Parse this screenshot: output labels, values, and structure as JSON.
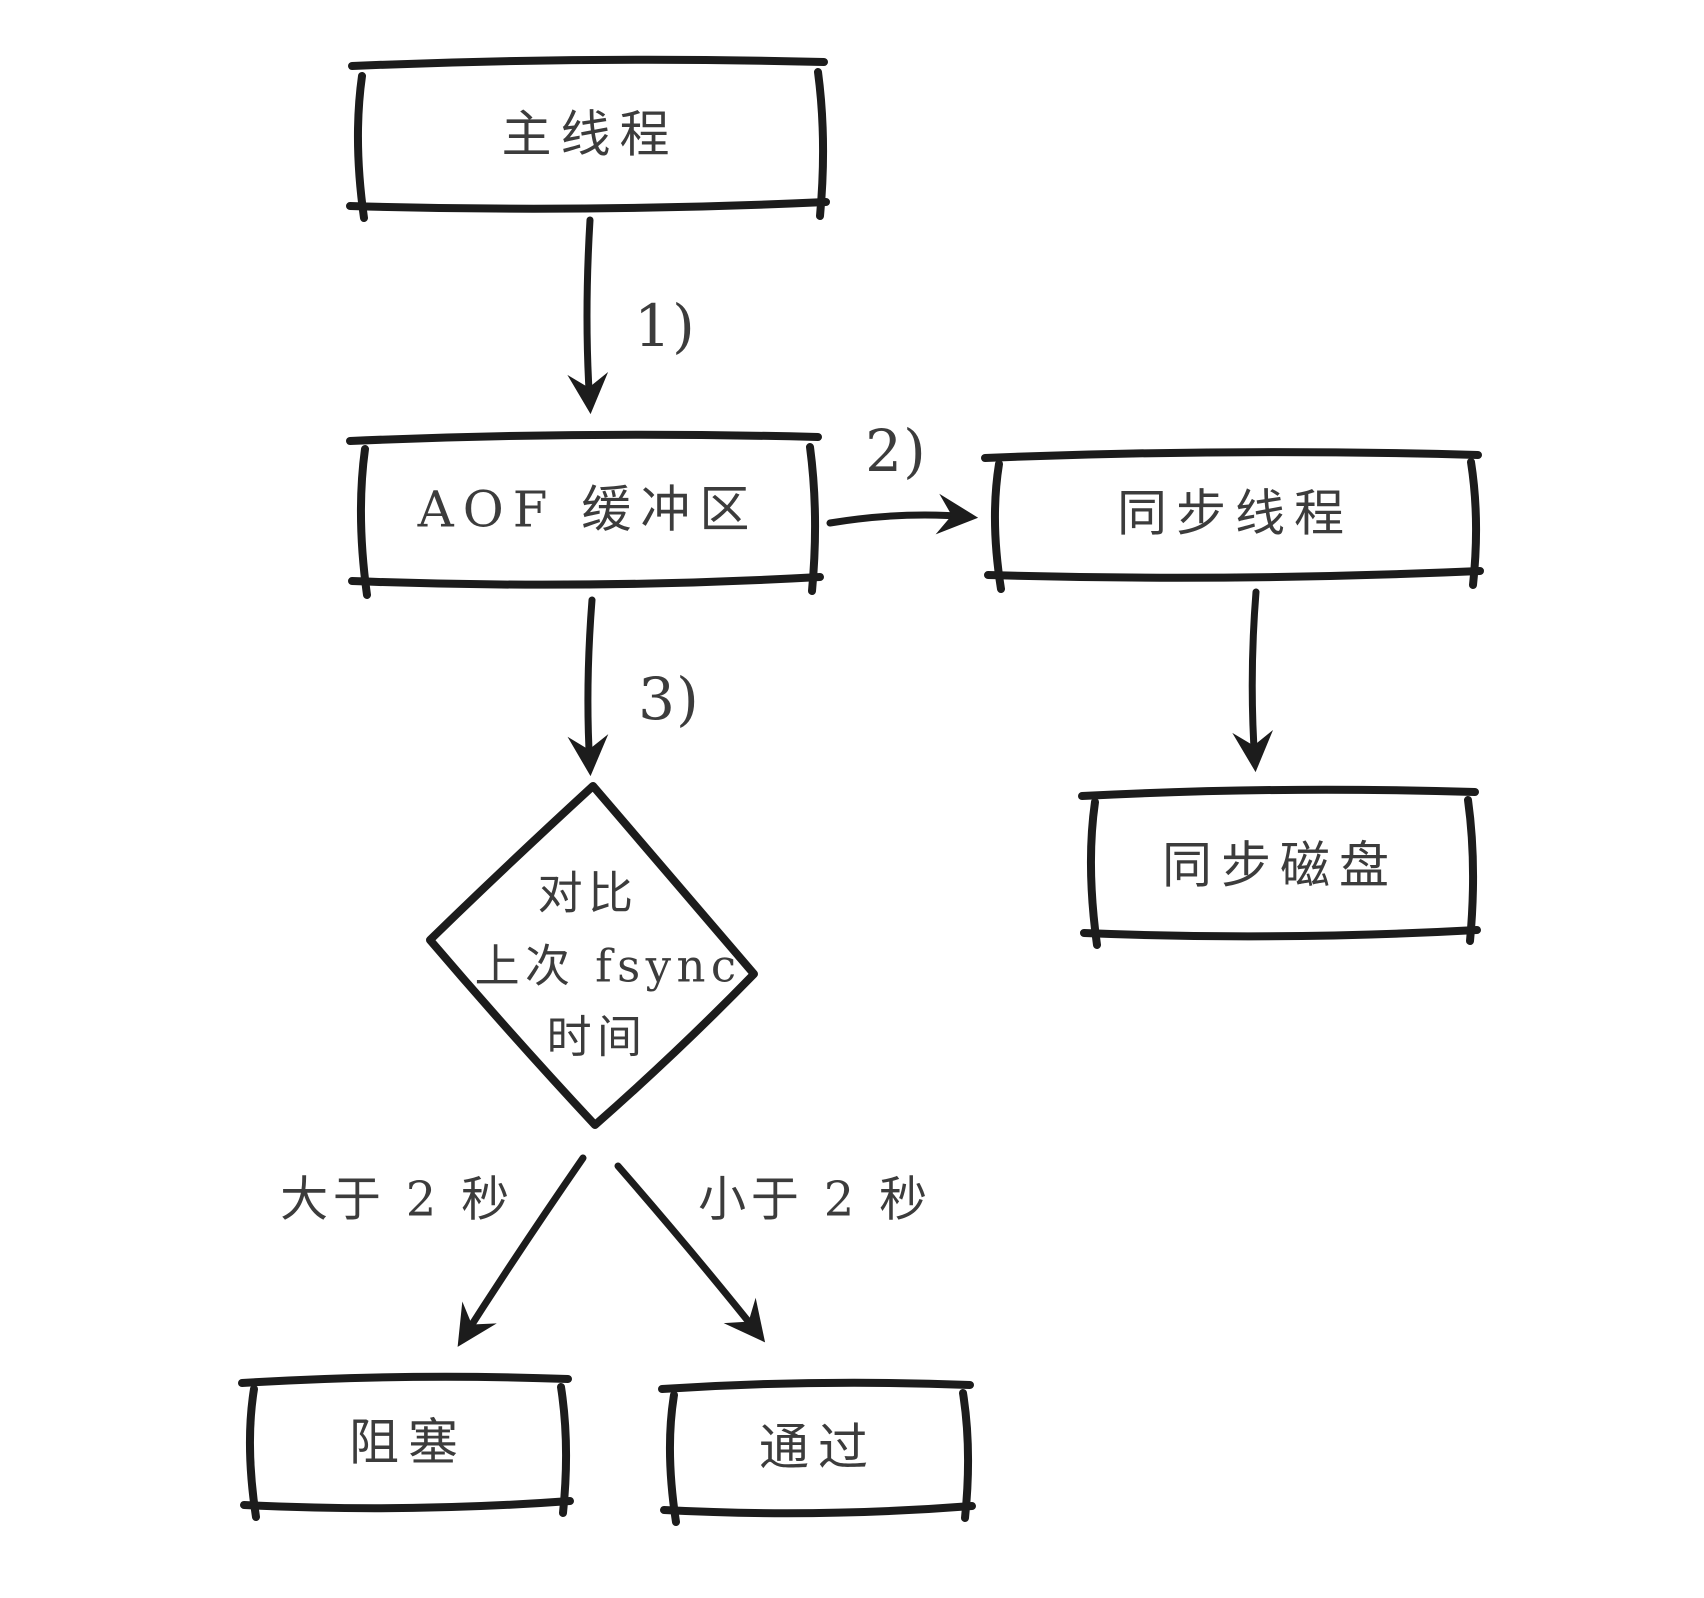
{
  "nodes": {
    "main_thread": {
      "label": "主线程"
    },
    "aof_buffer": {
      "label": "AOF 缓冲区"
    },
    "sync_thread": {
      "label": "同步线程"
    },
    "sync_disk": {
      "label": "同步磁盘"
    },
    "decision": {
      "line1": "对比",
      "line2": "上次 fsync",
      "line3": "时间"
    },
    "block": {
      "label": "阻塞"
    },
    "pass": {
      "label": "通过"
    }
  },
  "edges": {
    "step1": {
      "label": "1)"
    },
    "step2": {
      "label": "2)"
    },
    "step3": {
      "label": "3)"
    },
    "greater_than_2s": {
      "label": "大于 2 秒"
    },
    "less_than_2s": {
      "label": "小于 2 秒"
    }
  },
  "colors": {
    "stroke": "#1c1c1c",
    "text": "#3c3c3c",
    "background": "#ffffff"
  }
}
